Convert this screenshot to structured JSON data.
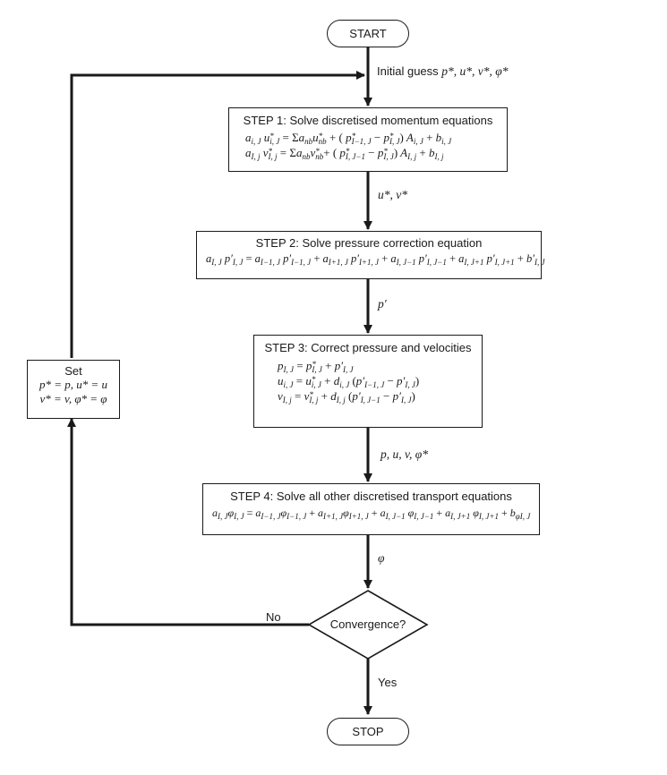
{
  "start_label": "START",
  "stop_label": "STOP",
  "initial_guess": "Initial guess",
  "initial_guess_vars": "p*, u*, v*, φ*",
  "step1": {
    "title": "STEP 1: Solve discretised momentum equations"
  },
  "step2": {
    "title": "STEP 2: Solve pressure correction equation"
  },
  "step3": {
    "title": "STEP 3: Correct pressure and velocities"
  },
  "step4": {
    "title": "STEP 4: Solve all other discretised transport equations"
  },
  "flow_labels": {
    "after_step1": "u*, v*",
    "after_step2": "p′",
    "after_step3": "p, u, v, φ*",
    "after_step4": "φ"
  },
  "decision": {
    "label": "Convergence?",
    "no_label": "No",
    "yes_label": "Yes"
  },
  "set_box": {
    "title": "Set",
    "line1": "p* = p, u* = u",
    "line2": "v* = v, φ* = φ"
  },
  "colors": {
    "line": "#1a1a1a",
    "background": "#ffffff"
  }
}
